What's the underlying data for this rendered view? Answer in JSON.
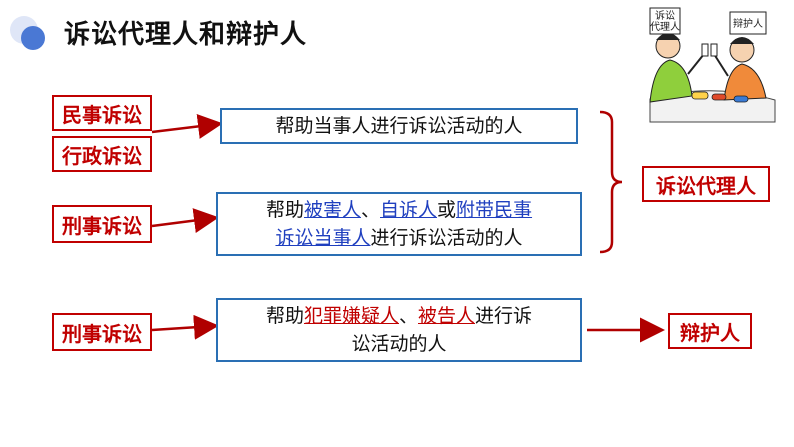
{
  "title": "诉讼代理人和辩护人",
  "left_labels": {
    "civil": "民事诉讼",
    "administrative": "行政诉讼",
    "criminal_upper": "刑事诉讼",
    "criminal_lower": "刑事诉讼"
  },
  "box1": {
    "text": "帮助当事人进行诉讼活动的人"
  },
  "box2": {
    "prefix": "帮助",
    "term1": "被害人",
    "sep1": "、",
    "term2": "自诉人",
    "sep2": "或",
    "term3_line1": "附带民事",
    "term3_line2": "诉讼当事人",
    "suffix": "进行诉讼活动的人"
  },
  "box3": {
    "prefix": "帮助",
    "term1": "犯罪嫌疑人",
    "sep1": "、",
    "term2": "被告人",
    "suffix_line1": "进行诉",
    "line2": "讼活动的人"
  },
  "result_labels": {
    "agent": "诉讼代理人",
    "defender": "辩护人"
  },
  "cartoon": {
    "sign_left": "诉讼\n代理人",
    "sign_right": "辩护人"
  },
  "colors": {
    "accent_red": "#c00000",
    "box_blue": "#2a6fb4",
    "link_blue": "#1f3fbf"
  }
}
